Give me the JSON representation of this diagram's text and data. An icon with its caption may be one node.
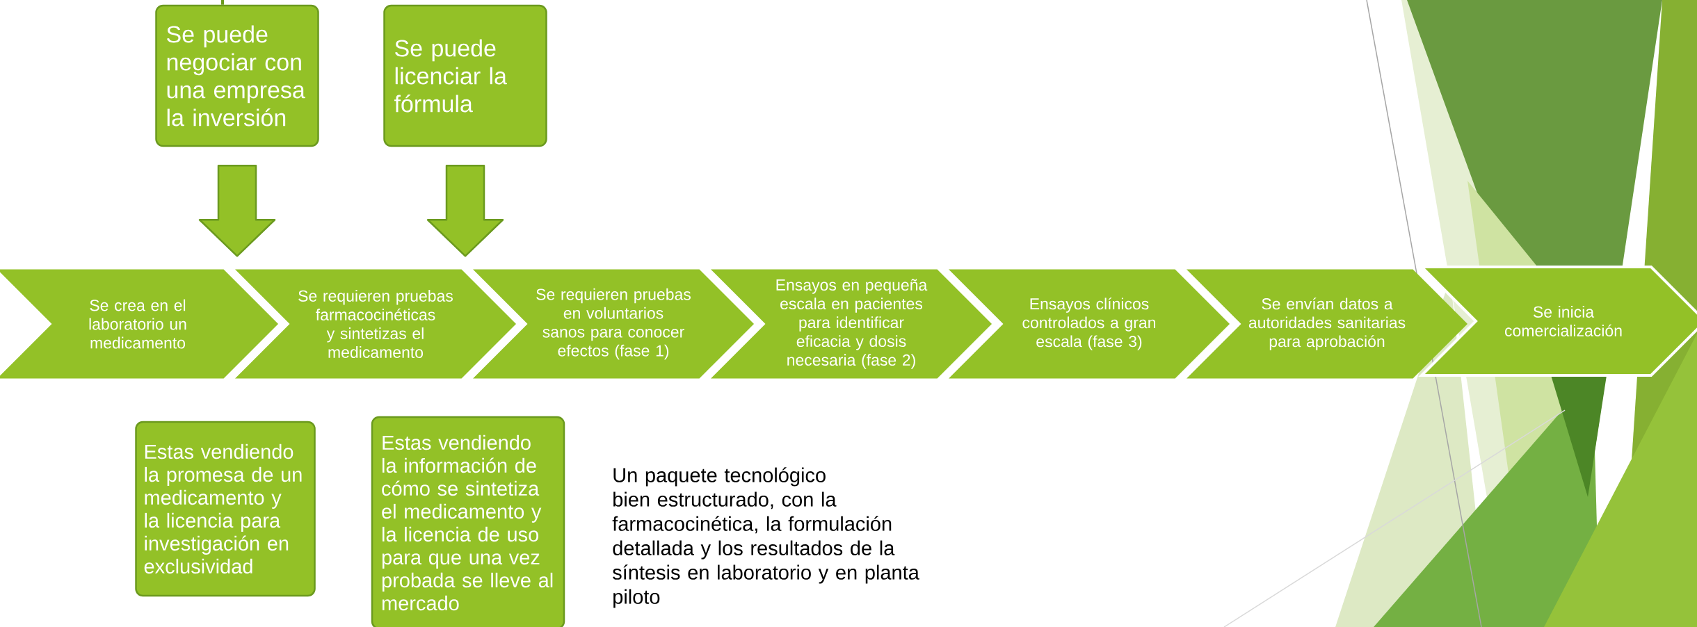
{
  "diagram": {
    "nodes": [
      {
        "text": [
          "Se puede negociar con una empresa la inversión"
        ]
      },
      {
        "text": [
          "Se puede licenciar la fórmula"
        ]
      },
      {
        "text": [
          "Se crea en el laboratorio un medicamento"
        ]
      },
      {
        "text": [
          "Se requieren pruebas farmacocinéticas y sintetizas el medicamento"
        ]
      },
      {
        "text": [
          "Se requieren pruebas en voluntarios sanos para conocer efectos (fase 1)"
        ]
      },
      {
        "text": [
          "Ensayos en pequeña escala en pacientes para identificar eficacia y dosis necesaria (fase 2)"
        ]
      },
      {
        "text": [
          "Ensayos clínicos controlados a gran escala (fase 3)"
        ]
      },
      {
        "text": [
          "Se envían datos a autoridades sanitarias para aprobación"
        ]
      },
      {
        "text": [
          "Se inicia comercialización"
        ]
      },
      {
        "text": [
          "Estas  vendiendo la promesa de un medicamento y la licencia para investigación en exclusividad"
        ]
      },
      {
        "text": [
          "Estas vendiendo la información de cómo se sintetiza el medicamento y la licencia de uso para que una vez probada se lleve al mercado"
        ]
      }
    ],
    "edges": [
      {
        "from": null,
        "to": 0,
        "arrow": "none"
      },
      {
        "from": 0,
        "to": 2,
        "arrow": "to"
      },
      {
        "from": 1,
        "to": 3,
        "arrow": "to"
      }
    ],
    "labels": [
      "Un paquete tecnológico bien estructurado, con la farmacocinética, la formulación detallada y los resultados de la síntesis en laboratorio y en planta piloto"
    ]
  }
}
